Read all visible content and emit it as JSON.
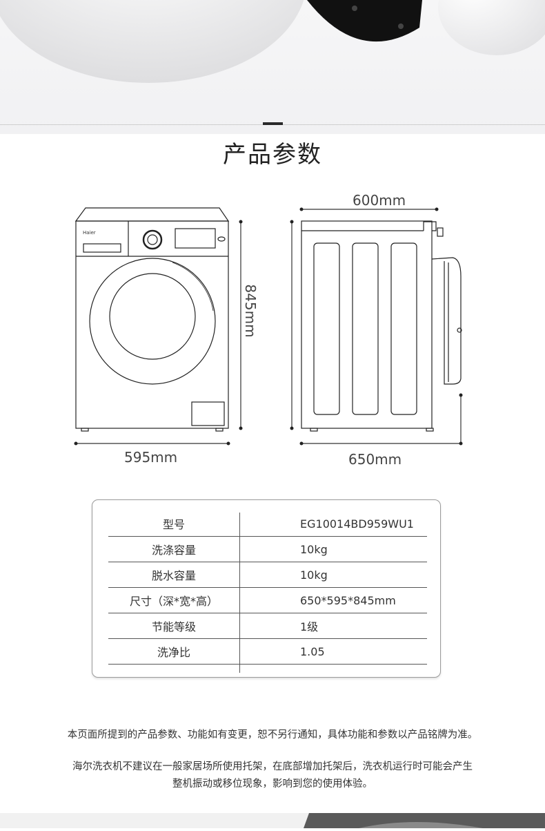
{
  "section": {
    "title": "产品参数"
  },
  "dimensions": {
    "front_width": "595mm",
    "side_height": "845mm",
    "top_depth": "600mm",
    "bottom_depth": "650mm"
  },
  "brand_logo_text": "Haier",
  "specs": [
    {
      "label": "型号",
      "value": "EG10014BD959WU1"
    },
    {
      "label": "洗涤容量",
      "value": "10kg"
    },
    {
      "label": "脱水容量",
      "value": "10kg"
    },
    {
      "label": "尺寸（深*宽*高）",
      "value": "650*595*845mm"
    },
    {
      "label": "节能等级",
      "value": "1级"
    },
    {
      "label": "洗净比",
      "value": "1.05"
    }
  ],
  "notes": {
    "disclaimer": "本页面所提到的产品参数、功能如有变更，恕不另行通知，具体功能和参数以产品铭牌为准。",
    "warning_line1": "海尔洗衣机不建议在一般家居场所使用托架，在底部增加托架后，洗衣机运行时可能会产生",
    "warning_line2": "整机振动或移位现象，影响到您的使用体验。"
  },
  "colors": {
    "machine_stroke": "#222222",
    "hero_drum": "#111111",
    "background": "#ffffff"
  }
}
